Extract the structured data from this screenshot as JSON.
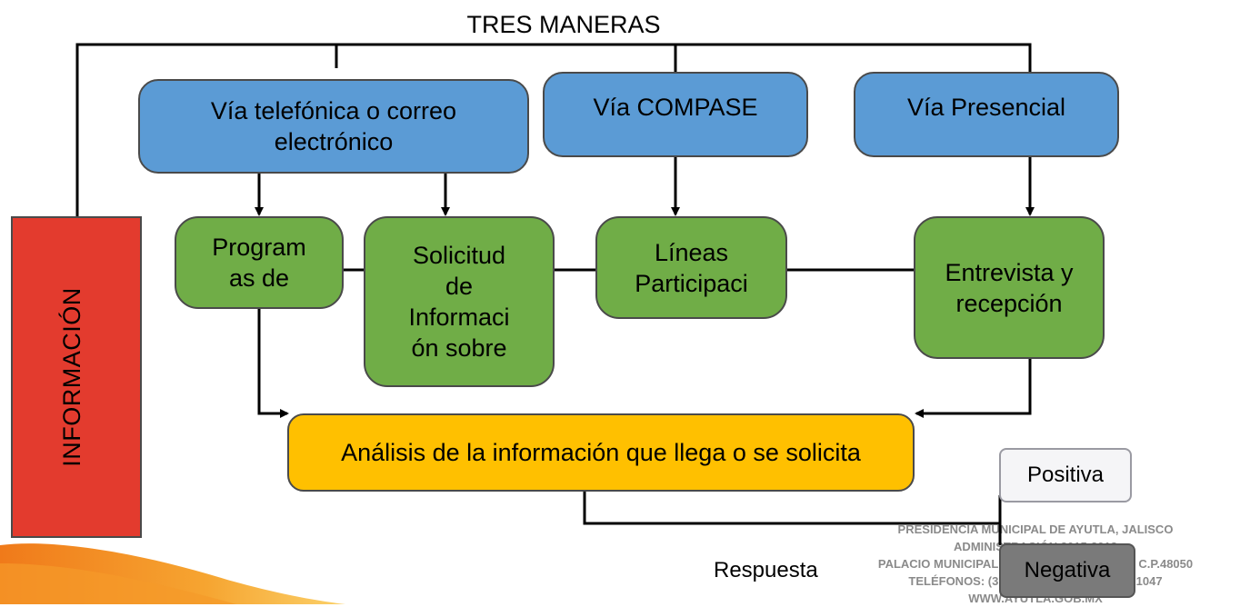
{
  "diagram": {
    "title": "TRES MANERAS",
    "left_label": "INFORMACIÓN",
    "channels": [
      {
        "label": "Vía telefónica o correo electrónico"
      },
      {
        "label": "Vía COMPASE"
      },
      {
        "label": "Vía Presencial"
      }
    ],
    "steps": [
      {
        "label": "Program as de"
      },
      {
        "label": "Solicitud de Informaci ón sobre"
      },
      {
        "label": "Líneas Participaci"
      },
      {
        "label": "Entrevista y recepción"
      }
    ],
    "analysis": "Análisis de la información que llega o se solicita",
    "response": "Respuesta",
    "positive": "Positiva",
    "negative": "Negativa"
  },
  "footer": {
    "line1": "PRESIDENCIA MUNICIPAL DE AYUTLA, JALISCO",
    "line2": "ADMINISTRACIÓN 2015-2018",
    "line3": "PALACIO MUNICIPAL S/N, AYUTLA, JALISCO, C.P.48050",
    "line4": "TELÉFONOS: (316) 37 21210 Y (316) 37 21047",
    "line5": "WWW.AYUTLA.GOB.MX"
  },
  "colors": {
    "channel": "#5b9bd5",
    "step": "#70ad47",
    "analysis": "#ffc000",
    "information": "#e33b2e",
    "decoration": "#f28c1e"
  }
}
